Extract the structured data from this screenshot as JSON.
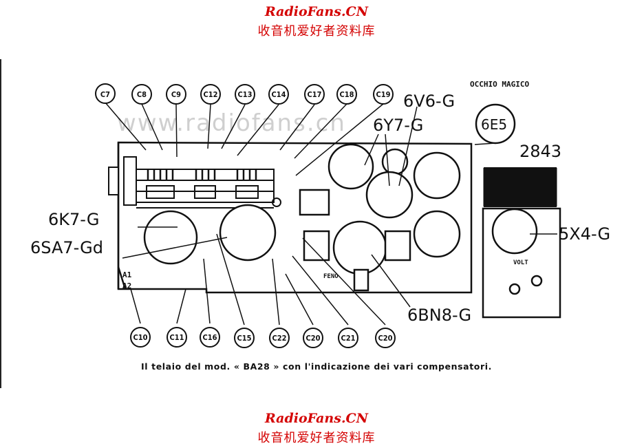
{
  "header": {
    "brand": "RadioFans.CN",
    "subtitle": "收音机爱好者资料库"
  },
  "footer": {
    "brand": "RadioFans.CN",
    "subtitle": "收音机爱好者资料库"
  },
  "watermark": "www.radiofans.cn",
  "diagram": {
    "top_note": "OCCHIO MAGICO",
    "transformer": "2843",
    "tubes": {
      "t6V6G": "6V6-G",
      "t6Y7G": "6Y7-G",
      "t6E5": "6E5",
      "t6K7G": "6K7-G",
      "t6SA7Gd": "6SA7-Gd",
      "t5X4G": "5X4-G",
      "t6BN8G": "6BN8-G"
    },
    "capacitors_top": [
      "C7",
      "C8",
      "C9",
      "C12",
      "C13",
      "C14",
      "C17",
      "C18",
      "C19"
    ],
    "capacitors_bottom": [
      "C10",
      "C11",
      "C16",
      "C15",
      "C22",
      "C20",
      "C21",
      "C20"
    ],
    "antenna": {
      "a1": "A1",
      "a2": "A2"
    },
    "volt_label": "VOLT",
    "feno_label": "FENO"
  },
  "caption": "Il telaio del mod. « BA28 » con l'indicazione dei vari compensatori."
}
